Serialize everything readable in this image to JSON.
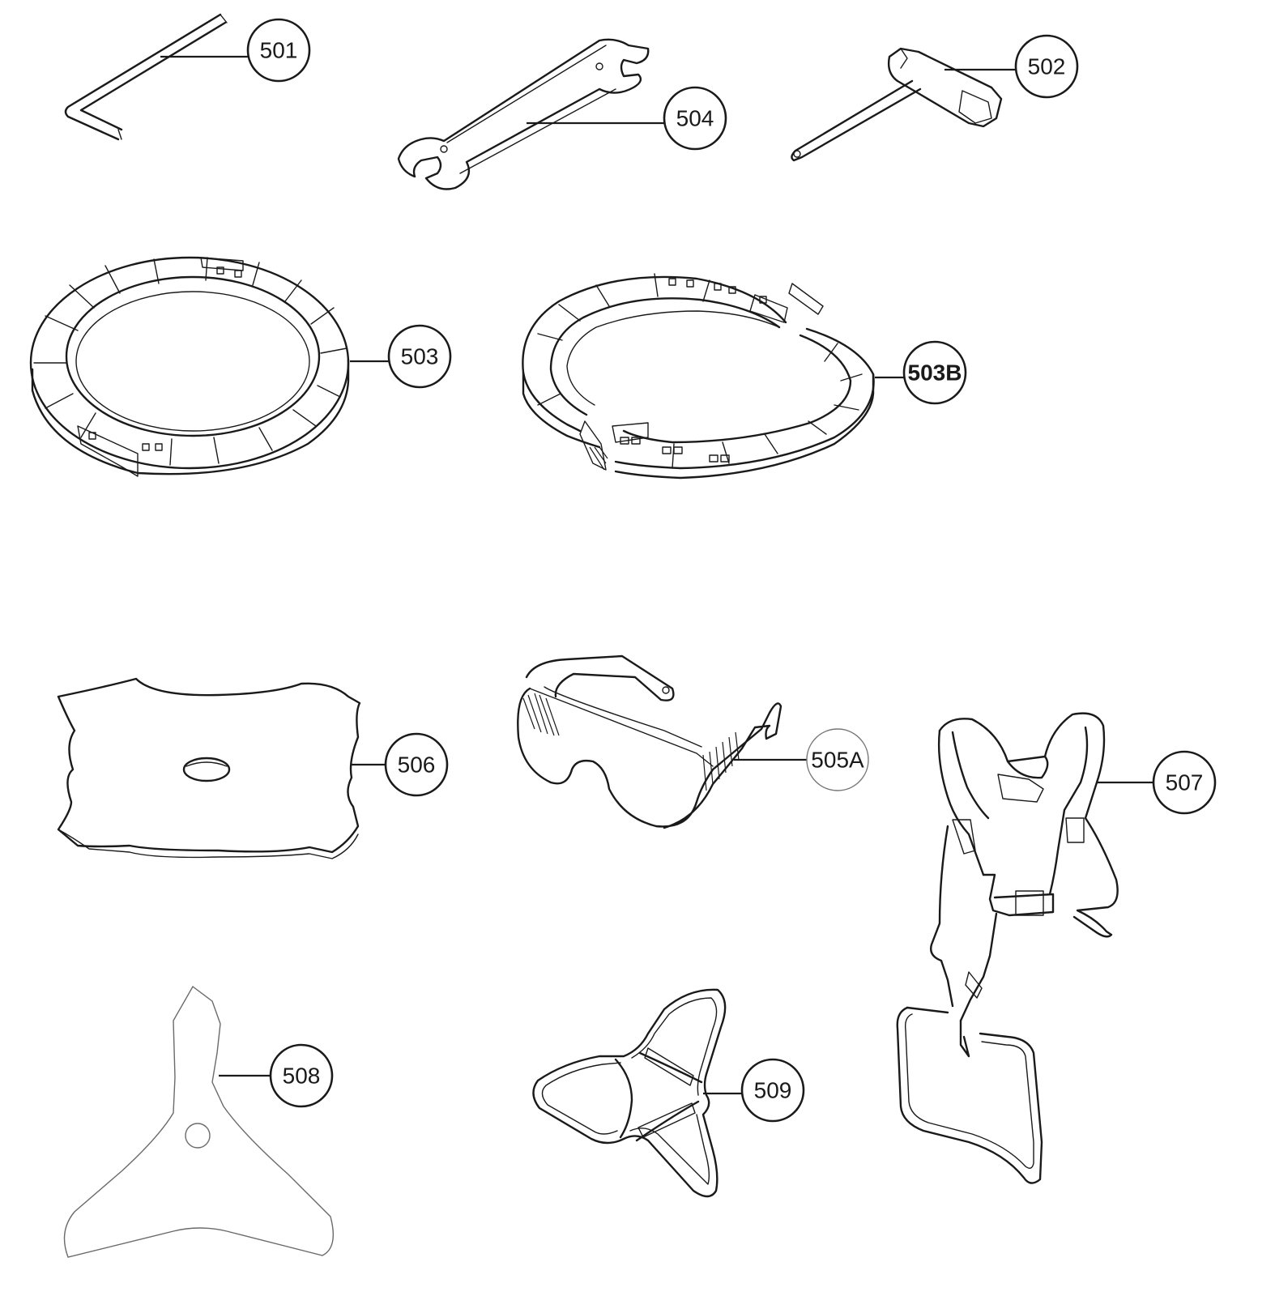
{
  "parts": [
    {
      "id": "501",
      "label": "501"
    },
    {
      "id": "504",
      "label": "504"
    },
    {
      "id": "502",
      "label": "502"
    },
    {
      "id": "503",
      "label": "503"
    },
    {
      "id": "503B",
      "label": "503B"
    },
    {
      "id": "506",
      "label": "506"
    },
    {
      "id": "505A",
      "label": "505A"
    },
    {
      "id": "507",
      "label": "507"
    },
    {
      "id": "508",
      "label": "508"
    },
    {
      "id": "509",
      "label": "509"
    }
  ]
}
